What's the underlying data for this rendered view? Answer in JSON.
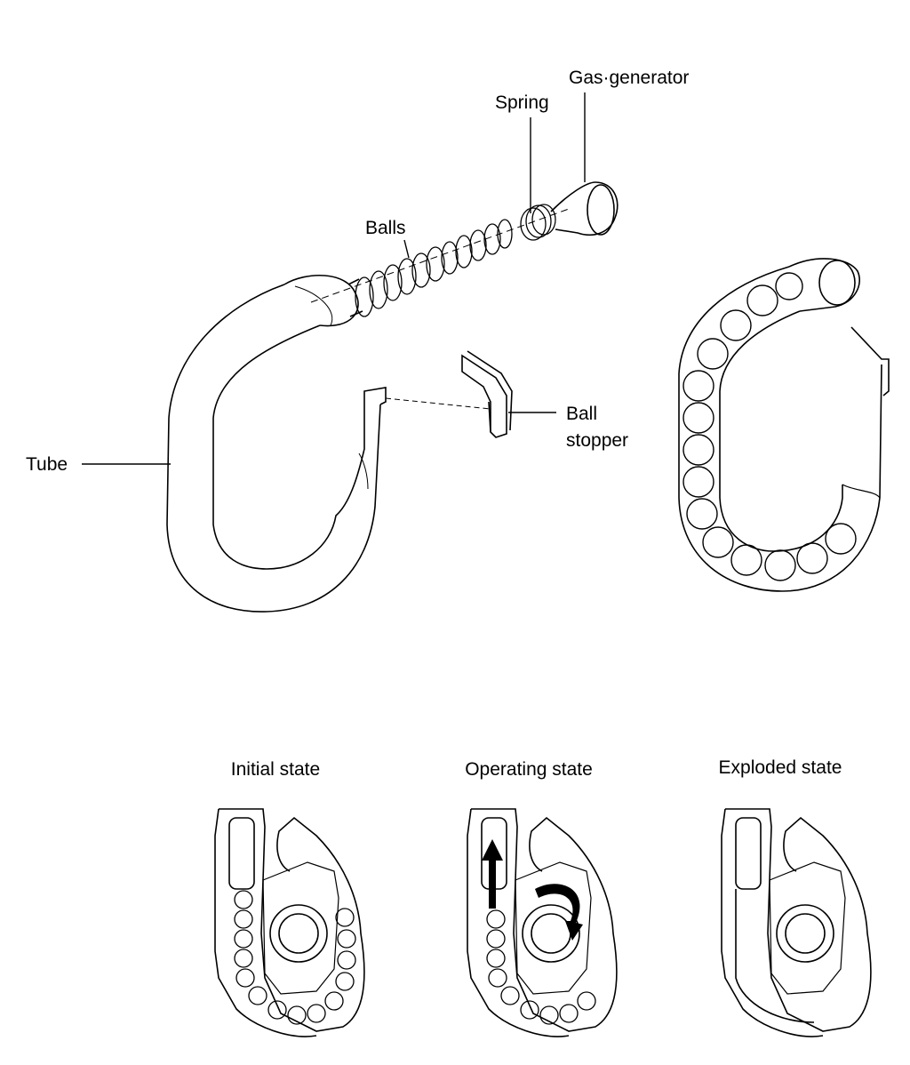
{
  "labels": {
    "gas_generator": "Gas·generator",
    "spring": "Spring",
    "balls": "Balls",
    "ball_stopper_line1": "Ball",
    "ball_stopper_line2": "stopper",
    "tube": "Tube"
  },
  "states": [
    {
      "label": "Initial state"
    },
    {
      "label": "Operating state"
    },
    {
      "label": "Exploded state"
    }
  ]
}
